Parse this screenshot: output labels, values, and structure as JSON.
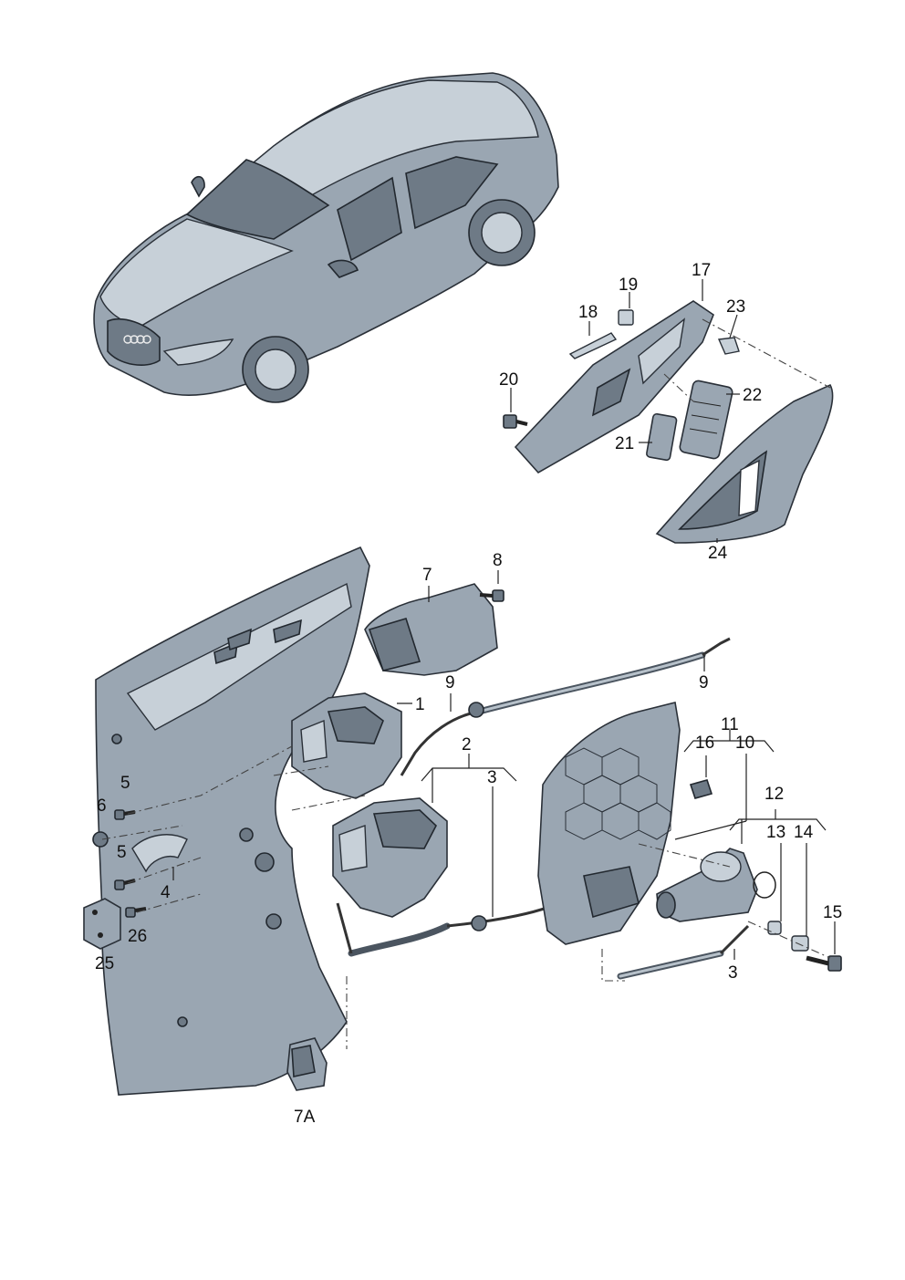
{
  "callouts": {
    "c1": "1",
    "c2": "2",
    "c3a": "3",
    "c3b": "3",
    "c4": "4",
    "c5a": "5",
    "c5b": "5",
    "c6": "6",
    "c7": "7",
    "c7A": "7A",
    "c8": "8",
    "c9a": "9",
    "c9b": "9",
    "c10": "10",
    "c11": "11",
    "c12": "12",
    "c13": "13",
    "c14": "14",
    "c15": "15",
    "c16": "16",
    "c17": "17",
    "c18": "18",
    "c19": "19",
    "c20": "20",
    "c21": "21",
    "c22": "22",
    "c23": "23",
    "c24": "24",
    "c25": "25",
    "c26": "26"
  }
}
